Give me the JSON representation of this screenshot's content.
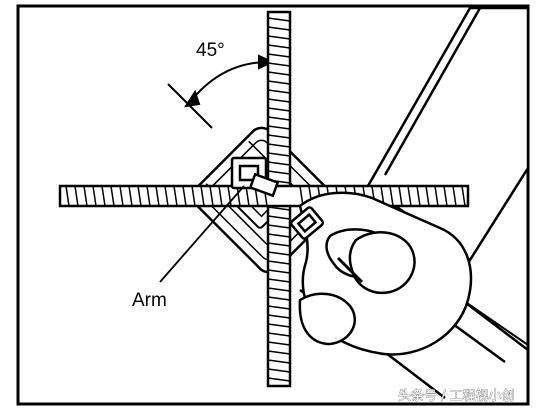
{
  "labels": {
    "angle": "45°",
    "arm": "Arm"
  },
  "watermark": {
    "text": "头条号 / 工程视小创"
  },
  "colors": {
    "line": "#000000",
    "background": "#ffffff"
  },
  "icons": {
    "tool": "rebar-tying-tool-icon",
    "hand": "gloved-hand-icon",
    "rebar": "rebar-bar-icon"
  }
}
